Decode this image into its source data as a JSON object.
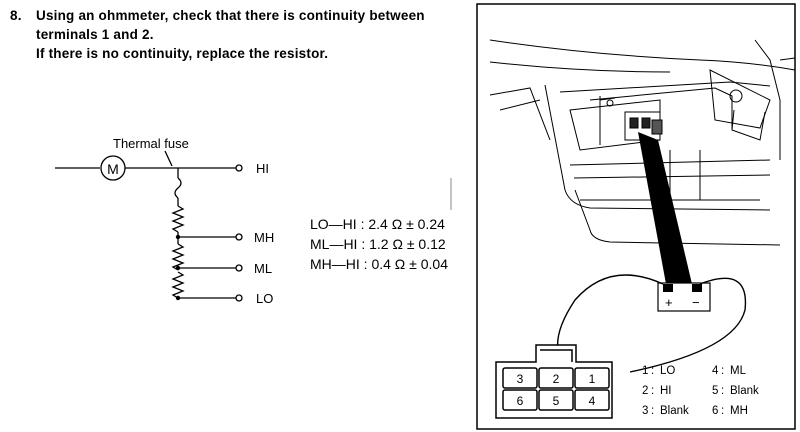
{
  "instruction": {
    "step": "8.",
    "line1": "Using an ohmmeter, check that there is continuity between",
    "line2": "terminals 1 and 2.",
    "line3": "If there is no continuity, replace the resistor."
  },
  "circuit": {
    "motor_symbol": "M",
    "thermal_fuse_label": "Thermal fuse",
    "terminals": [
      "HI",
      "MH",
      "ML",
      "LO"
    ]
  },
  "resistance": [
    {
      "pair": "LO—HI",
      "value": ": 2.4 Ω ± 0.24"
    },
    {
      "pair": "ML—HI",
      "value": ": 1.2 Ω ± 0.12"
    },
    {
      "pair": "MH—HI",
      "value": ": 0.4 Ω ± 0.04"
    }
  ],
  "connector": {
    "pins_top": [
      "3",
      "2",
      "1"
    ],
    "pins_bottom": [
      "6",
      "5",
      "4"
    ],
    "legend": [
      {
        "num": "1",
        "name": "LO"
      },
      {
        "num": "4",
        "name": "ML"
      },
      {
        "num": "2",
        "name": "HI"
      },
      {
        "num": "5",
        "name": "Blank"
      },
      {
        "num": "3",
        "name": "Blank"
      },
      {
        "num": "6",
        "name": "MH"
      }
    ]
  },
  "ohmmeter": {
    "plus": "+",
    "minus": "−"
  }
}
